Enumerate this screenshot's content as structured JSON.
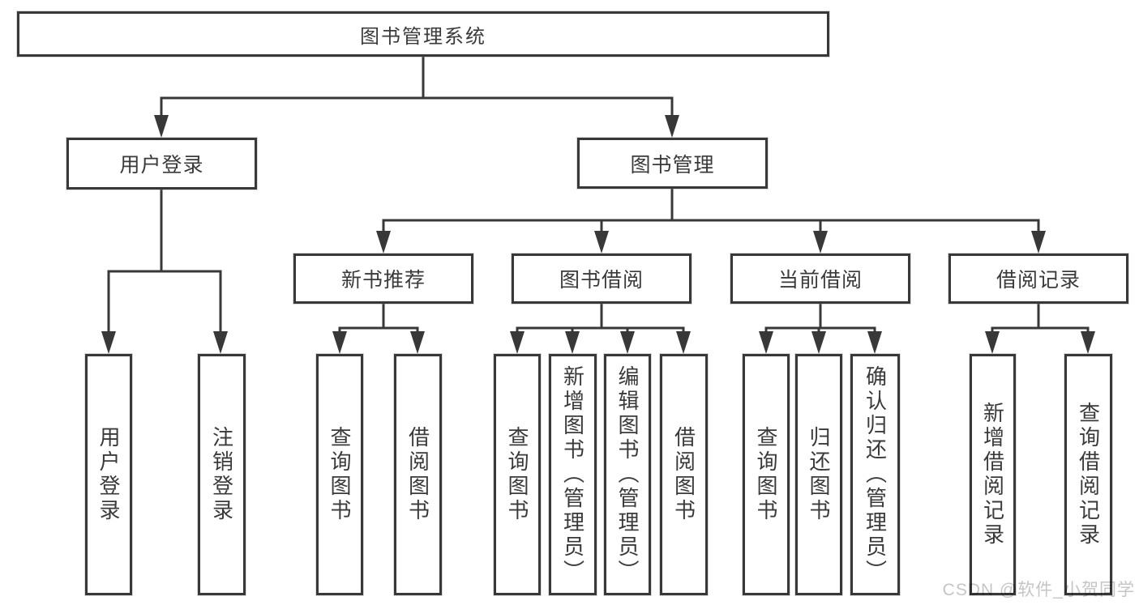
{
  "colors": {
    "line": "#383838",
    "box_border": "#383838",
    "box_fill": "#ffffff",
    "text": "#3a3a3a",
    "background": "#ffffff",
    "watermark": "#c5c5c5"
  },
  "tree": {
    "root": {
      "label": "图书管理系统"
    },
    "children": [
      {
        "label": "用户登录",
        "children": [
          {
            "label": "用户登录"
          },
          {
            "label": "注销登录"
          }
        ]
      },
      {
        "label": "图书管理",
        "children": [
          {
            "label": "新书推荐",
            "children": [
              {
                "label": "查询图书"
              },
              {
                "label": "借阅图书"
              }
            ]
          },
          {
            "label": "图书借阅",
            "children": [
              {
                "label": "查询图书"
              },
              {
                "label": "新增图书（管理员）"
              },
              {
                "label": "编辑图书（管理员）"
              },
              {
                "label": "借阅图书"
              }
            ]
          },
          {
            "label": "当前借阅",
            "children": [
              {
                "label": "查询图书"
              },
              {
                "label": "归还图书"
              },
              {
                "label": "确认归还（管理员）"
              }
            ]
          },
          {
            "label": "借阅记录",
            "children": [
              {
                "label": "新增借阅记录"
              },
              {
                "label": "查询借阅记录"
              }
            ]
          }
        ]
      }
    ]
  },
  "watermark": {
    "text": "CSDN @软件_小贺同学"
  }
}
